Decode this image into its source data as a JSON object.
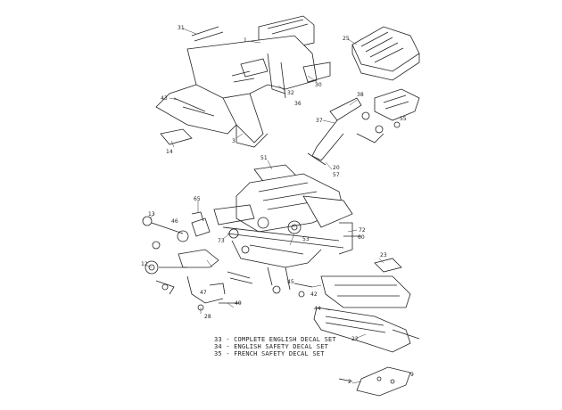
{
  "diagram": {
    "callouts": [
      {
        "id": "c31",
        "text": "31"
      },
      {
        "id": "c1",
        "text": "1"
      },
      {
        "id": "c25",
        "text": "25"
      },
      {
        "id": "c30",
        "text": "30"
      },
      {
        "id": "c32",
        "text": "32"
      },
      {
        "id": "c36",
        "text": "36"
      },
      {
        "id": "c43",
        "text": "43"
      },
      {
        "id": "c3",
        "text": "3"
      },
      {
        "id": "c14",
        "text": "14"
      },
      {
        "id": "c38",
        "text": "38"
      },
      {
        "id": "c37",
        "text": "37"
      },
      {
        "id": "c20",
        "text": "20"
      },
      {
        "id": "c57",
        "text": "57"
      },
      {
        "id": "c51",
        "text": "51"
      },
      {
        "id": "c55",
        "text": "55"
      },
      {
        "id": "c65",
        "text": "65"
      },
      {
        "id": "c13",
        "text": "13"
      },
      {
        "id": "c46",
        "text": "46"
      },
      {
        "id": "c73",
        "text": "73"
      },
      {
        "id": "c72",
        "text": "72"
      },
      {
        "id": "c60",
        "text": "60"
      },
      {
        "id": "c53",
        "text": "53"
      },
      {
        "id": "c23",
        "text": "23"
      },
      {
        "id": "c12",
        "text": "12"
      },
      {
        "id": "c45",
        "text": "45"
      },
      {
        "id": "c47",
        "text": "47"
      },
      {
        "id": "c42",
        "text": "42"
      },
      {
        "id": "c44",
        "text": "44"
      },
      {
        "id": "c22",
        "text": "22"
      },
      {
        "id": "c28",
        "text": "28"
      },
      {
        "id": "c40",
        "text": "40"
      },
      {
        "id": "c2",
        "text": "2"
      },
      {
        "id": "c9",
        "text": "9"
      }
    ],
    "legend": [
      {
        "id": "leg33",
        "text": "33 - COMPLETE ENGLISH DECAL SET"
      },
      {
        "id": "leg34",
        "text": "34 - ENGLISH SAFETY DECAL SET"
      },
      {
        "id": "leg35",
        "text": "35 - FRENCH SAFETY DECAL SET"
      }
    ]
  }
}
